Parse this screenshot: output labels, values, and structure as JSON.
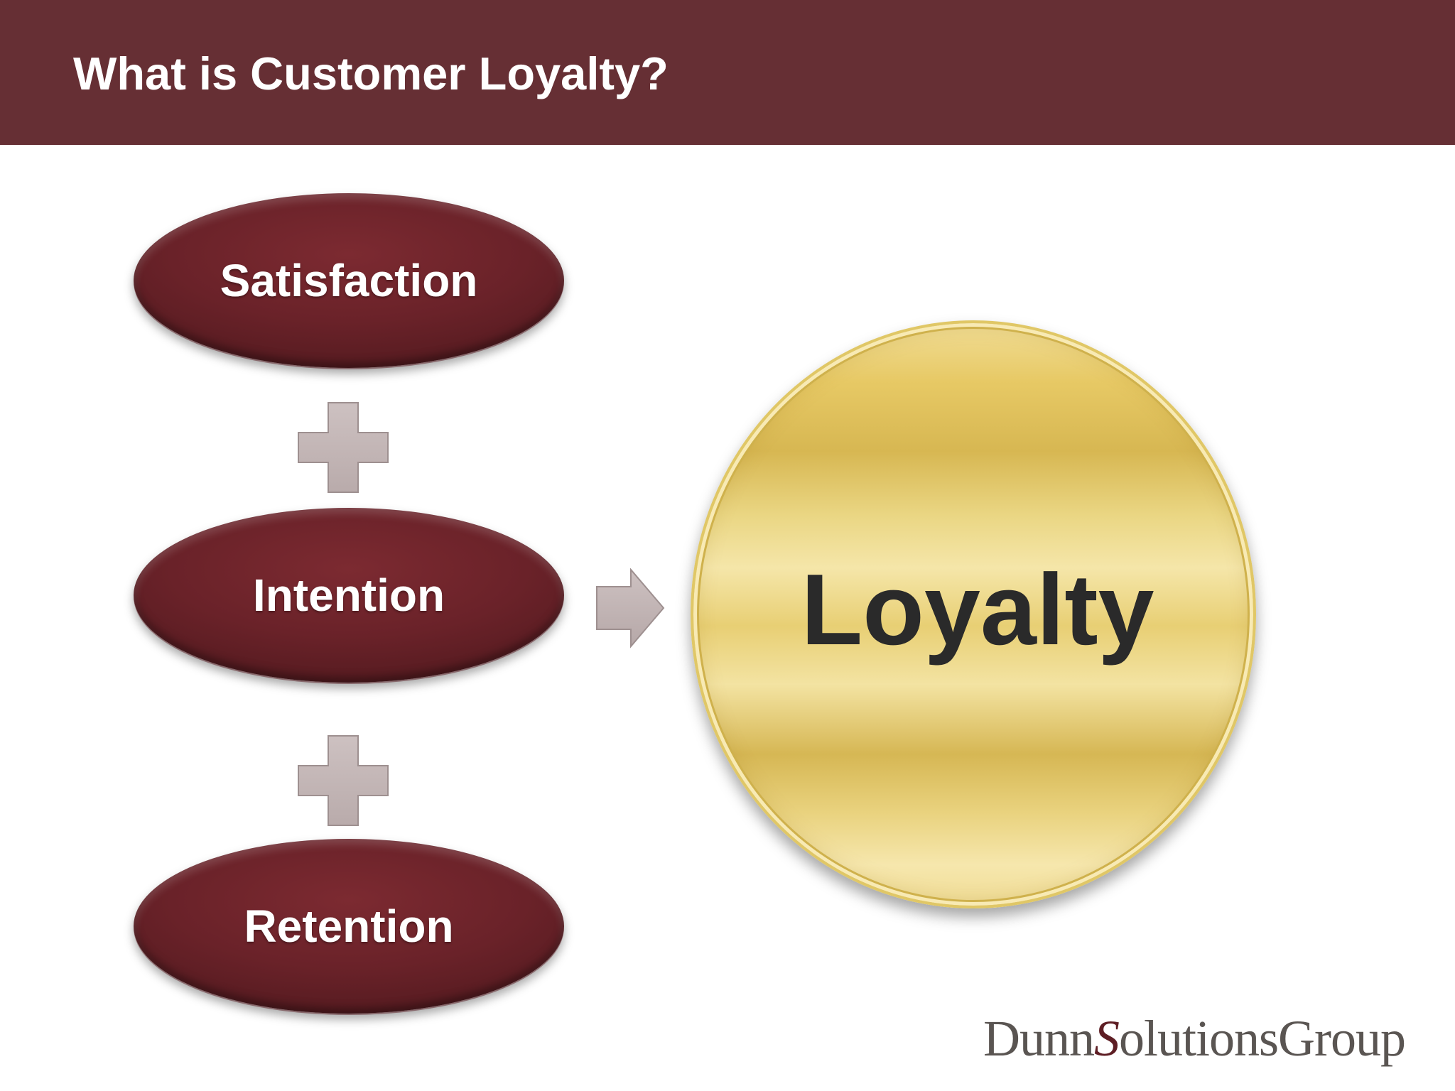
{
  "slide": {
    "title": "What is Customer Loyalty?"
  },
  "diagram": {
    "inputs": [
      {
        "label": "Satisfaction"
      },
      {
        "label": "Intention"
      },
      {
        "label": "Retention"
      }
    ],
    "operators": [
      {
        "symbol": "plus-icon"
      },
      {
        "symbol": "plus-icon"
      }
    ],
    "connector": "arrow-right-icon",
    "result": {
      "label": "Loyalty"
    }
  },
  "logo": {
    "text": "DunnSolutionsGroup",
    "part1": "Dunn",
    "part2": "S",
    "part3": "olutions",
    "part4": "Group"
  },
  "colors": {
    "header_bg": "#662f34",
    "ellipse_fill": "#6a2229",
    "plus_fill": "#c3b6b6",
    "coin_gold": "#e3c86a",
    "result_text": "#2a2a2a"
  }
}
